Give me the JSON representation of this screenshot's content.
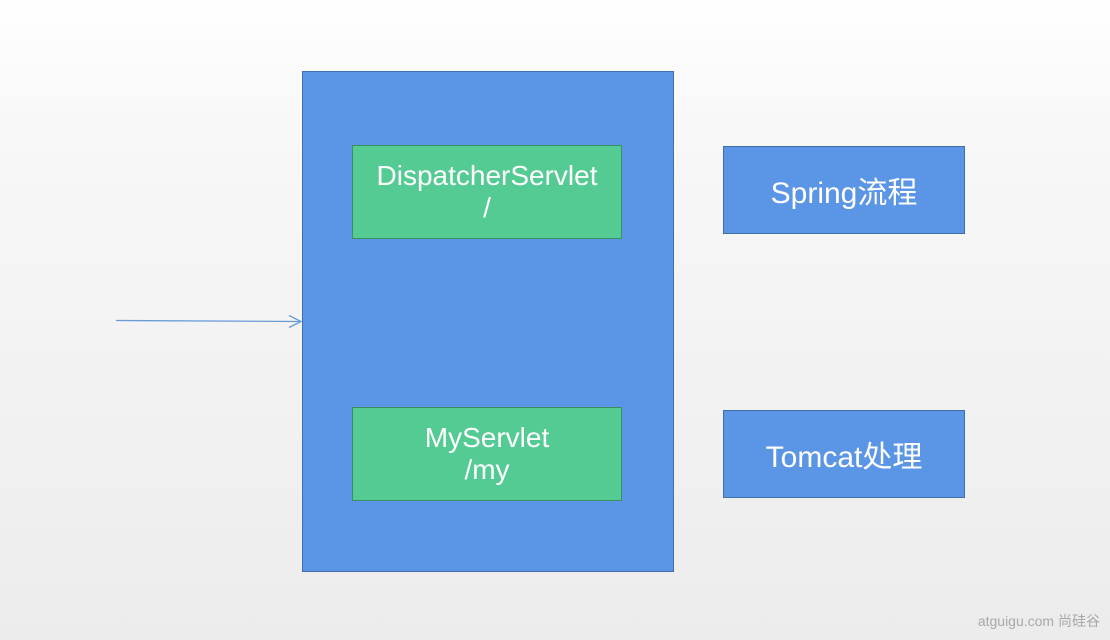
{
  "container": {
    "dispatcher": {
      "line1": "DispatcherServlet",
      "line2": "/"
    },
    "my_servlet": {
      "line1": "MyServlet",
      "line2": "/my"
    }
  },
  "labels": {
    "spring": "Spring流程",
    "tomcat": "Tomcat处理"
  },
  "watermark": "atguigu.com 尚硅谷",
  "colors": {
    "blue_box": "#5b95e5",
    "green_box": "#54cb93",
    "arrow": "#6a9bd8",
    "text": "#ffffff"
  }
}
